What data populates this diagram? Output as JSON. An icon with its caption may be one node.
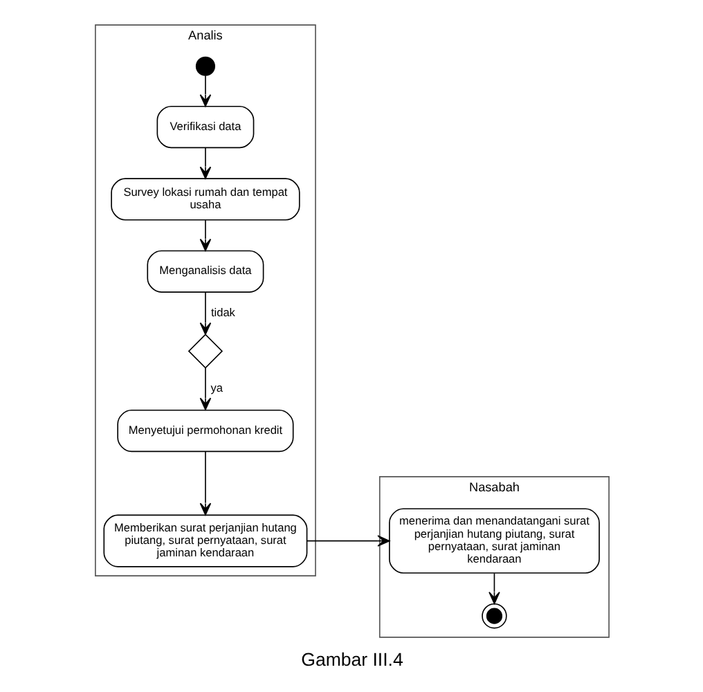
{
  "diagram": {
    "caption": "Gambar III.4",
    "nodes": [
      {
        "text": [
          "Analis"
        ]
      },
      {
        "text": [
          "Nasabah"
        ]
      },
      {
        "text": [],
        "shape": "circle",
        "in": 0
      },
      {
        "text": [
          "Verifikasi data"
        ],
        "in": 0
      },
      {
        "text": [
          "Survey lokasi rumah dan tempat usaha"
        ],
        "in": 0
      },
      {
        "text": [
          "Menganalisis data"
        ],
        "in": 0
      },
      {
        "text": [],
        "shape": "diamond",
        "in": 0
      },
      {
        "text": [
          "Menyetujui permohonan kredit"
        ],
        "in": 0
      },
      {
        "text": [
          "Memberikan surat perjanjian hutang piutang, surat pernyataan, surat jaminan kendaraan"
        ],
        "in": 0
      },
      {
        "text": [
          "menerima dan menandatangani surat perjanjian hutang piutang, surat pernyataan, surat jaminan kendaraan"
        ],
        "in": 1
      },
      {
        "text": [],
        "shape": "bullseye",
        "in": 1
      }
    ],
    "edges": [
      {
        "from": 2,
        "to": 3,
        "arrow": "to"
      },
      {
        "from": 3,
        "to": 4,
        "arrow": "to"
      },
      {
        "from": 4,
        "to": 5,
        "arrow": "to"
      },
      {
        "from": 5,
        "to": 6,
        "arrow": "to",
        "label": "tidak"
      },
      {
        "from": 6,
        "to": 7,
        "arrow": "to",
        "label": "ya"
      },
      {
        "from": 7,
        "to": 8,
        "arrow": "to"
      },
      {
        "from": 8,
        "to": 9,
        "arrow": "to"
      },
      {
        "from": 9,
        "to": 10,
        "arrow": "to"
      }
    ]
  }
}
